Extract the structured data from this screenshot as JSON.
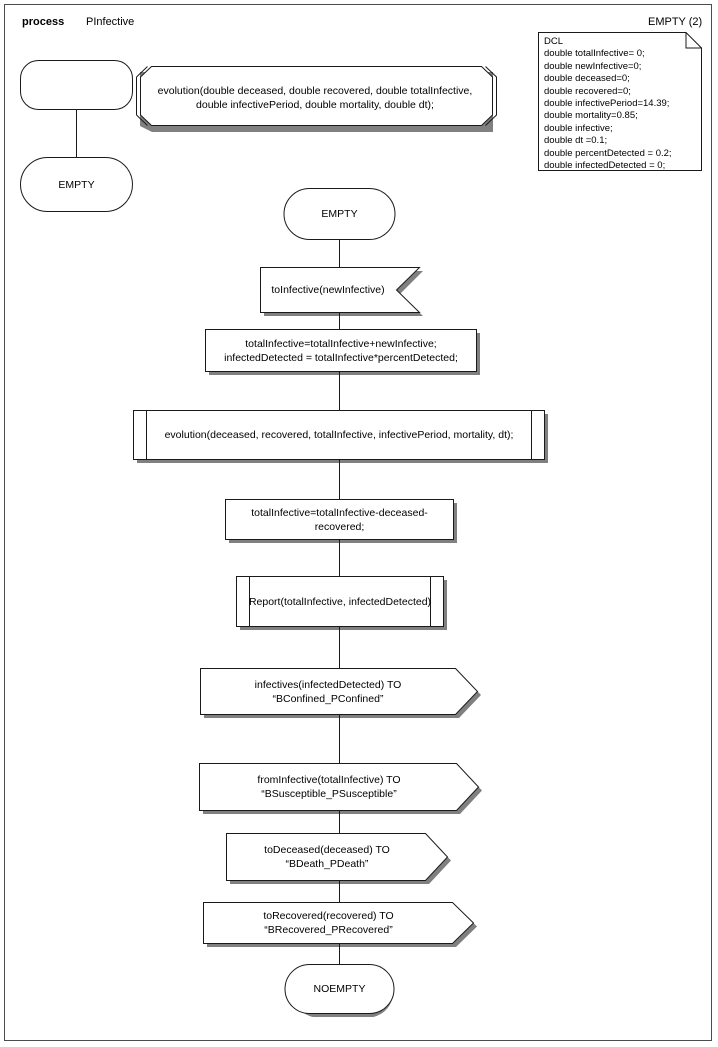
{
  "header": {
    "keyword": "process",
    "name": "PInfective",
    "page_label": "EMPTY (2)"
  },
  "declaration": {
    "title": "DCL",
    "lines": [
      "double totalInfective= 0;",
      "double newInfective=0;",
      "double deceased=0;",
      "double recovered=0;",
      "double infectivePeriod=14.39;",
      "double mortality=0.85;",
      "double infective;",
      "double dt =0.1;",
      "double percentDetected = 0.2;",
      "double infectedDetected = 0;"
    ],
    "text": "DCL\ndouble totalInfective= 0;\ndouble newInfective=0;\ndouble deceased=0;\ndouble recovered=0;\ndouble infectivePeriod=14.39;\ndouble mortality=0.85;\ndouble infective;\ndouble dt =0.1;\ndouble percentDetected = 0.2;\ndouble infectedDetected = 0;"
  },
  "start_branch": {
    "start_symbol_text": "",
    "state_text": "EMPTY",
    "procedure_decl_text": "evolution(double deceased, double recovered, double totalInfective,\ndouble infectivePeriod, double mortality, double dt);"
  },
  "main_flow": {
    "nodes": [
      {
        "id": "state-empty",
        "type": "state",
        "text": "EMPTY"
      },
      {
        "id": "input-toinfective",
        "type": "input",
        "text": "toInfective(newInfective)"
      },
      {
        "id": "task-accumulate",
        "type": "task",
        "text": "totalInfective=totalInfective+newInfective;\ninfectedDetected = totalInfective*percentDetected;"
      },
      {
        "id": "call-evolution",
        "type": "procedure-call",
        "text": "evolution(deceased, recovered, totalInfective, infectivePeriod, mortality, dt);"
      },
      {
        "id": "task-subtract",
        "type": "task",
        "text": "totalInfective=totalInfective-deceased-recovered;"
      },
      {
        "id": "call-report",
        "type": "procedure-call",
        "text": "Report(totalInfective, infectedDetected)"
      },
      {
        "id": "output-infectives",
        "type": "output",
        "text": "infectives(infectedDetected) TO “BConfined_PConfined”"
      },
      {
        "id": "output-frominfective",
        "type": "output",
        "text": "fromInfective(totalInfective) TO “BSusceptible_PSusceptible”"
      },
      {
        "id": "output-todeceased",
        "type": "output",
        "text": "toDeceased(deceased) TO “BDeath_PDeath”"
      },
      {
        "id": "output-torecovered",
        "type": "output",
        "text": "toRecovered(recovered) TO “BRecovered_PRecovered”"
      },
      {
        "id": "state-noempty",
        "type": "state",
        "text": "NOEMPTY"
      }
    ]
  },
  "colors": {
    "stroke": "#1a1a1a",
    "frame": "#4c4c4c",
    "shadow": "#808080",
    "background": "#ffffff"
  }
}
